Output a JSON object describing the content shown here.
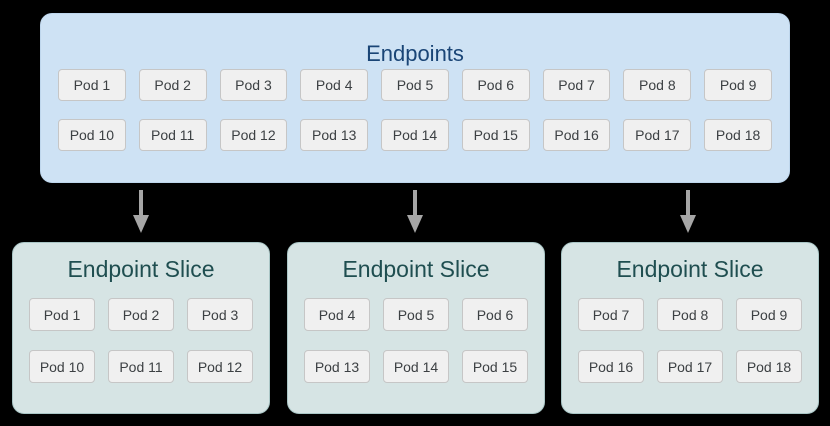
{
  "canvas": {
    "background": "#000000"
  },
  "endpoints": {
    "title": "Endpoints",
    "pods": [
      "Pod 1",
      "Pod 2",
      "Pod 3",
      "Pod 4",
      "Pod 5",
      "Pod 6",
      "Pod 7",
      "Pod 8",
      "Pod 9",
      "Pod 10",
      "Pod 11",
      "Pod 12",
      "Pod 13",
      "Pod 14",
      "Pod 15",
      "Pod 16",
      "Pod 17",
      "Pod 18"
    ]
  },
  "slices": [
    {
      "title": "Endpoint Slice",
      "pods": [
        "Pod 1",
        "Pod 2",
        "Pod 3",
        "Pod 10",
        "Pod 11",
        "Pod 12"
      ]
    },
    {
      "title": "Endpoint Slice",
      "pods": [
        "Pod 4",
        "Pod 5",
        "Pod 6",
        "Pod 13",
        "Pod 14",
        "Pod 15"
      ]
    },
    {
      "title": "Endpoint Slice",
      "pods": [
        "Pod 7",
        "Pod 8",
        "Pod 9",
        "Pod 16",
        "Pod 17",
        "Pod 18"
      ]
    }
  ],
  "colors": {
    "endpoints_fill": "#cee2f4",
    "endpoints_title": "#1a4576",
    "slice_fill": "#d6e4e4",
    "slice_border": "#aac6c6",
    "slice_title": "#1f4e50",
    "pod_fill": "#f0f0f0",
    "pod_border": "#c6c6c6",
    "pod_text": "#3c4043",
    "arrow": "#a6a6a6"
  }
}
